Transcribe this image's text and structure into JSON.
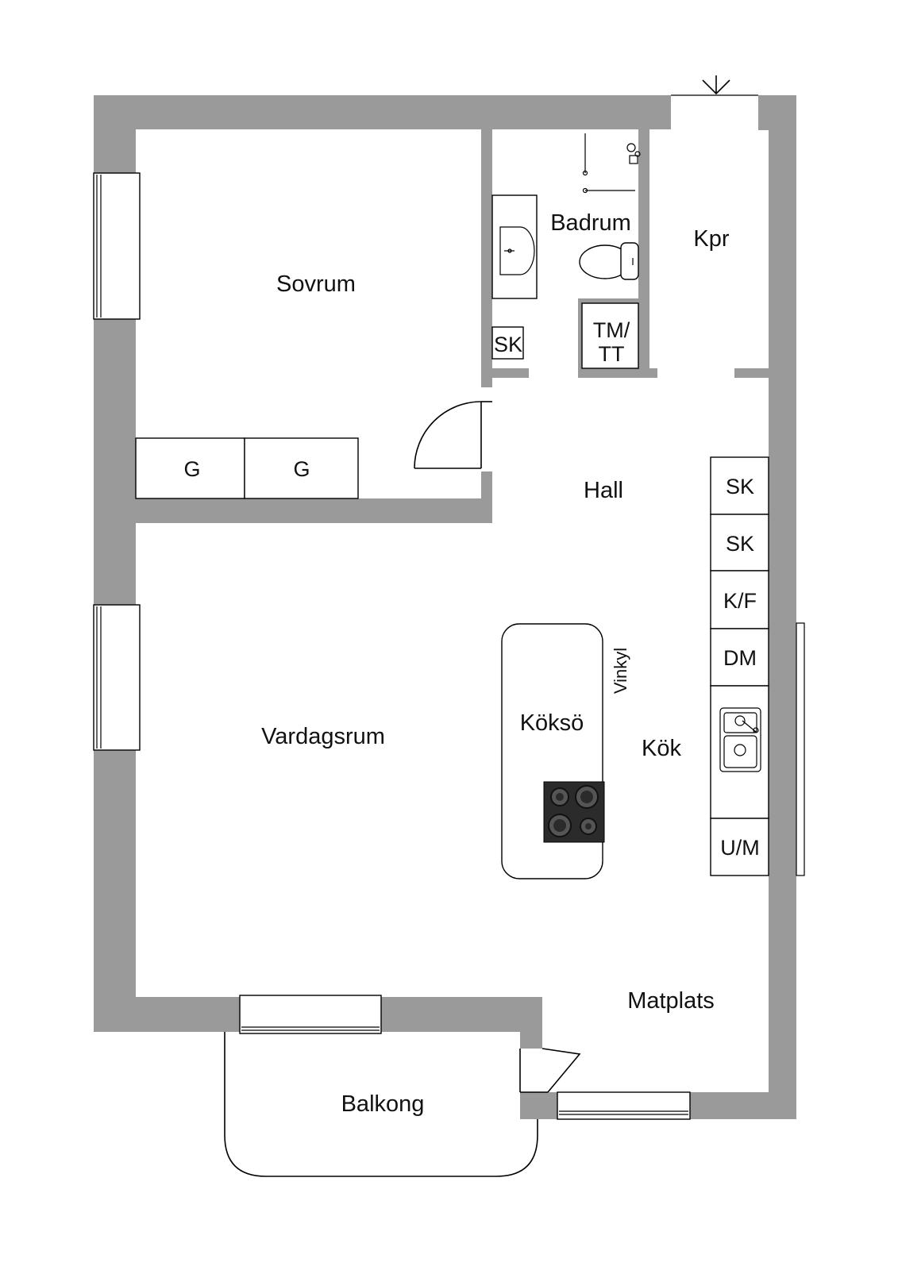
{
  "rooms": {
    "sovrum": "Sovrum",
    "badrum": "Badrum",
    "kpr": "Kpr",
    "hall": "Hall",
    "vardagsrum": "Vardagsrum",
    "kokso": "Köksö",
    "kok": "Kök",
    "vinkyl": "Vinkyl",
    "matplats": "Matplats",
    "balkong": "Balkong"
  },
  "fixtures": {
    "sk": "SK",
    "tm_line1": "TM/",
    "tm_line2": "TT",
    "g": "G",
    "kf": "K/F",
    "dm": "DM",
    "um": "U/M"
  },
  "colors": {
    "wall": "#9a9a9a",
    "line": "#000000",
    "background": "#ffffff"
  }
}
